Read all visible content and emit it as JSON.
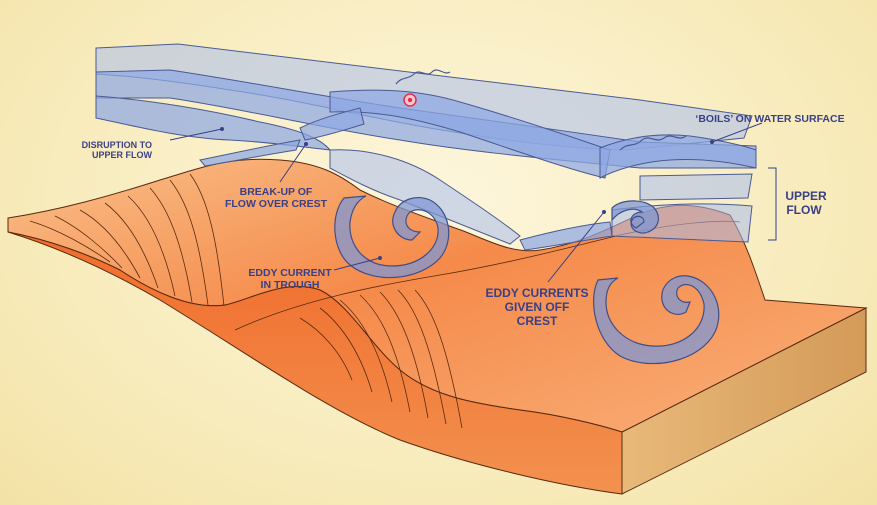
{
  "labels": {
    "disruption_line1": "DISRUPTION TO",
    "disruption_line2": "UPPER FLOW",
    "breakup_line1": "BREAK-UP OF",
    "breakup_line2": "FLOW OVER CREST",
    "eddy_trough_line1": "EDDY CURRENT",
    "eddy_trough_line2": "IN TROUGH",
    "eddies_crest_line1": "EDDY CURRENTS",
    "eddies_crest_line2": "GIVEN OFF",
    "eddies_crest_line3": "CREST",
    "boils": "‘BOILS’ ON WATER SURFACE",
    "upper_flow_line1": "UPPER",
    "upper_flow_line2": "FLOW"
  },
  "colors": {
    "background": "#f7eab8",
    "sand_light": "#f9b37a",
    "sand_dark": "#f07a3a",
    "sand_side": "#d9a968",
    "water": "#8ea8e3",
    "label_text": "#3a3f86",
    "marker": "#e0304a"
  },
  "icons": {
    "cursor_marker": "red-target-marker"
  }
}
